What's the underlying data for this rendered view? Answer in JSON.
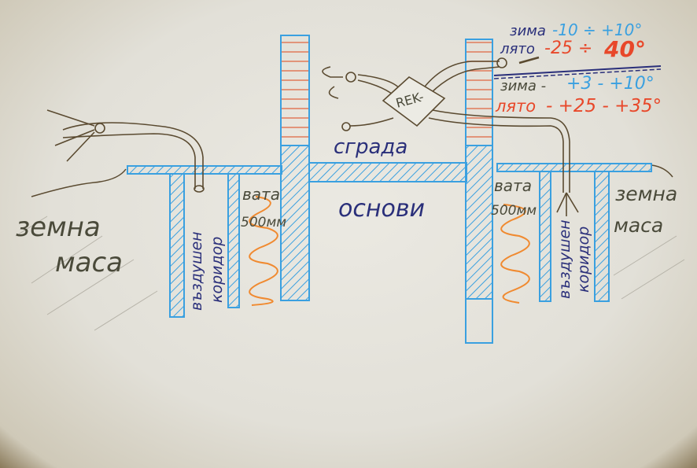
{
  "labels": {
    "ground_left": [
      "земна",
      "маса"
    ],
    "ground_right": [
      "земна",
      "маса"
    ],
    "air_corridor_left": [
      "въздушен",
      "коридор"
    ],
    "air_corridor_right": [
      "въздушен",
      "коридор"
    ],
    "insulation_left": [
      "вата",
      "500мм"
    ],
    "insulation_right": [
      "вата",
      "500мм"
    ],
    "foundation": "основи",
    "building": "сграда",
    "recuperator": "REK-"
  },
  "outside_temps": {
    "winter_label": "зима",
    "winter_range": "-10 ÷ +10°",
    "summer_label": "лято",
    "summer_range_a": "-25 ÷",
    "summer_range_b": "40°"
  },
  "corridor_temps": {
    "winter_label": "зима -",
    "winter_range": "+3 - +10°",
    "summer_label": "лято",
    "summer_range": "- +25 - +35°"
  },
  "colors": {
    "blue": "#3aa0e0",
    "orange": "#f08a30",
    "brick": "#e07a5a",
    "pipe": "#5a4a30",
    "navy": "#2a2f7a"
  }
}
